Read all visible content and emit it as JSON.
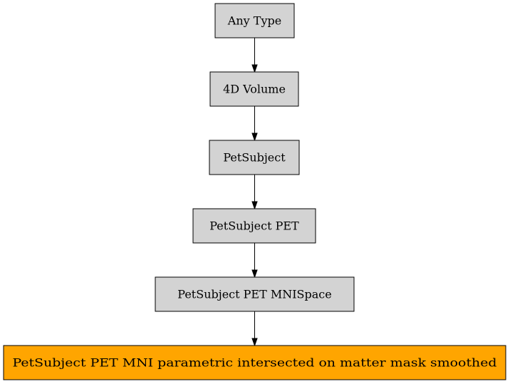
{
  "diagram": {
    "nodes": [
      {
        "id": "any-type",
        "label": "Any Type",
        "fill": "#d3d3d3",
        "highlighted": false
      },
      {
        "id": "4d-volume",
        "label": "4D Volume",
        "fill": "#d3d3d3",
        "highlighted": false
      },
      {
        "id": "petsubject",
        "label": "PetSubject",
        "fill": "#d3d3d3",
        "highlighted": false
      },
      {
        "id": "petsubject-pet",
        "label": "PetSubject PET",
        "fill": "#d3d3d3",
        "highlighted": false
      },
      {
        "id": "petsubject-pet-mnispace",
        "label": "PetSubject PET MNISpace",
        "fill": "#d3d3d3",
        "highlighted": false
      },
      {
        "id": "petsubject-pet-mni-parametric",
        "label": "PetSubject PET MNI parametric intersected on matter mask smoothed",
        "fill": "#ffa500",
        "highlighted": true
      }
    ],
    "edges": [
      {
        "from": "any-type",
        "to": "4d-volume"
      },
      {
        "from": "4d-volume",
        "to": "petsubject"
      },
      {
        "from": "petsubject",
        "to": "petsubject-pet"
      },
      {
        "from": "petsubject-pet",
        "to": "petsubject-pet-mnispace"
      },
      {
        "from": "petsubject-pet-mnispace",
        "to": "petsubject-pet-mni-parametric"
      }
    ],
    "colors": {
      "default_node": "#d3d3d3",
      "highlight_node": "#ffa500",
      "border": "#000000",
      "edge": "#000000"
    }
  }
}
